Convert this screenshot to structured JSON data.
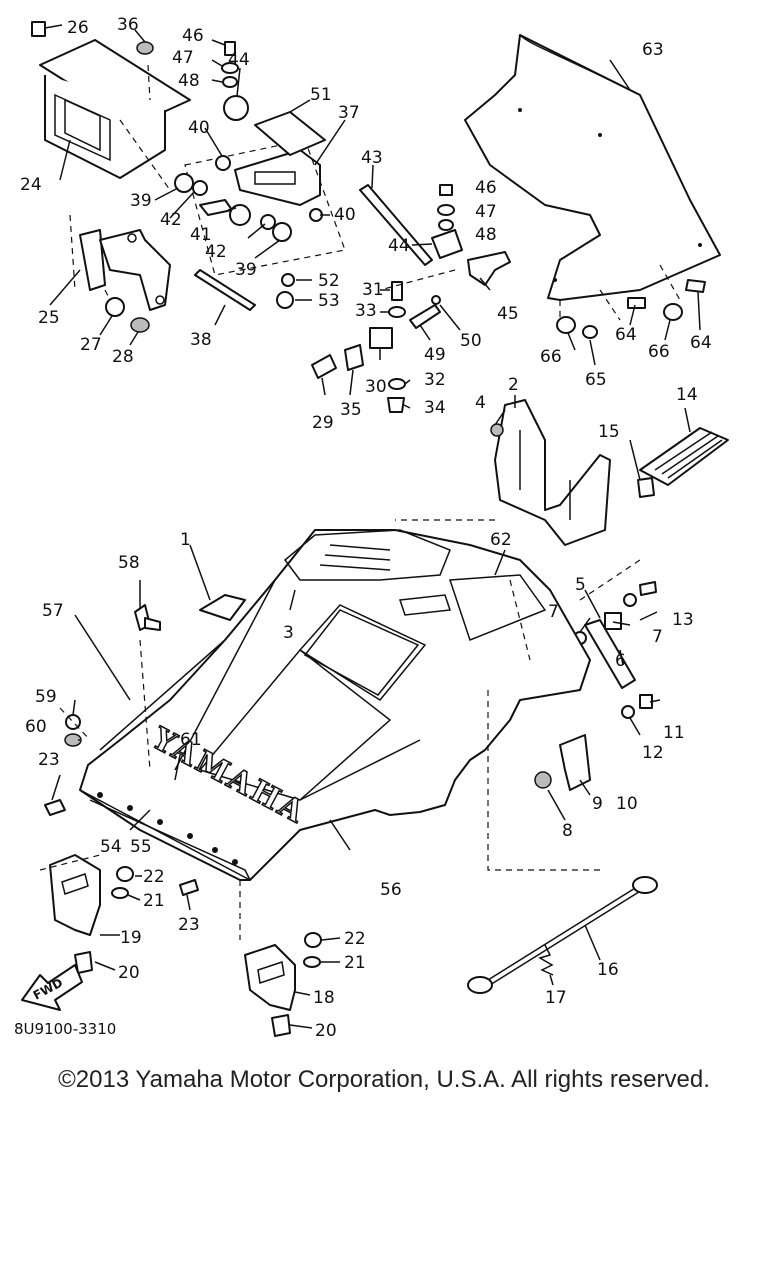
{
  "diagram": {
    "part_numbers": [
      "1",
      "2",
      "3",
      "4",
      "5",
      "6",
      "7",
      "7",
      "8",
      "9",
      "10",
      "11",
      "12",
      "13",
      "14",
      "15",
      "16",
      "17",
      "18",
      "19",
      "20",
      "20",
      "21",
      "21",
      "22",
      "22",
      "23",
      "23",
      "24",
      "25",
      "26",
      "27",
      "28",
      "29",
      "30",
      "31",
      "32",
      "33",
      "34",
      "35",
      "36",
      "37",
      "38",
      "39",
      "39",
      "40",
      "40",
      "41",
      "42",
      "42",
      "43",
      "44",
      "44",
      "45",
      "46",
      "46",
      "47",
      "47",
      "48",
      "48",
      "49",
      "50",
      "51",
      "52",
      "53",
      "54",
      "55",
      "56",
      "57",
      "58",
      "59",
      "60",
      "61",
      "62",
      "63",
      "64",
      "64",
      "65",
      "66",
      "66"
    ],
    "brand_mark": "YAMAHA",
    "direction_label": "FWD",
    "drawing_code": "8U9100-3310"
  },
  "footer": {
    "copyright": "©2013 Yamaha Motor Corporation, U.S.A. All rights reserved."
  }
}
